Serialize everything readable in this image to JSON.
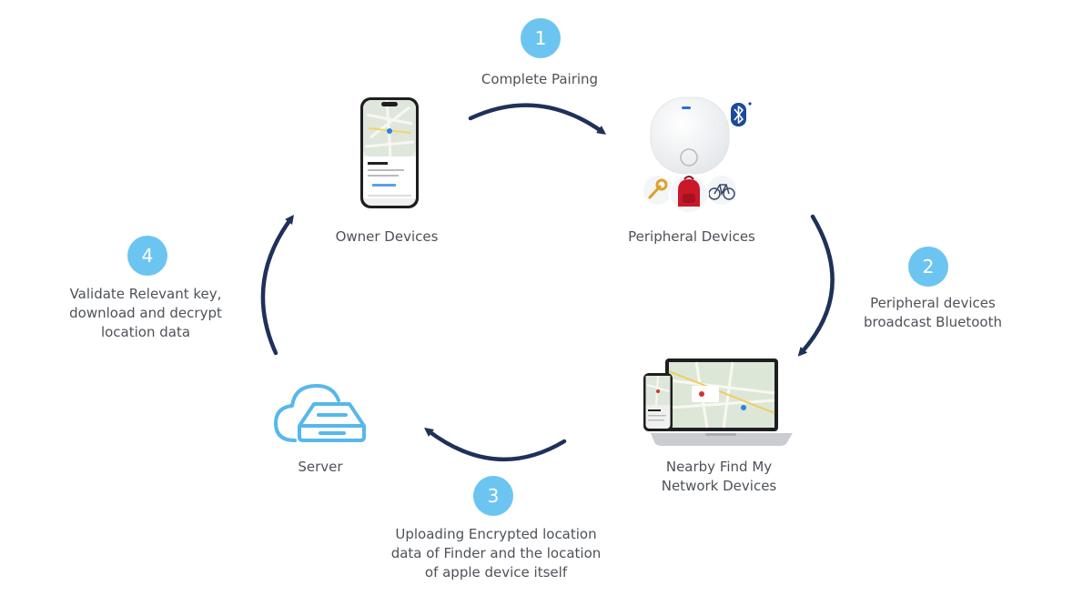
{
  "nodes": {
    "owner": "Owner Devices",
    "peripheral": "Peripheral Devices",
    "nearby": [
      "Nearby Find My",
      "Network Devices"
    ],
    "server": "Server"
  },
  "steps": [
    {
      "number": "1",
      "lines": [
        "Complete Pairing"
      ]
    },
    {
      "number": "2",
      "lines": [
        "Peripheral devices",
        "broadcast Bluetooth"
      ]
    },
    {
      "number": "3",
      "lines": [
        "Uploading Encrypted location",
        "data of Finder and the location",
        "of apple device itself"
      ]
    },
    {
      "number": "4",
      "lines": [
        "Validate Relevant key,",
        "download and decrypt",
        "location data"
      ]
    }
  ],
  "colors": {
    "badge": "#6cc5f0",
    "arrow": "#1f3159",
    "cloud": "#57b8ea",
    "bluetooth": "#1b4a9b",
    "backpack": "#c8182a"
  },
  "icons": {
    "owner": "smartphone-map-icon",
    "peripheral": "tracker-tag-icon",
    "nearby": "laptop-phone-map-icon",
    "server": "cloud-server-icon",
    "bluetooth": "bluetooth-icon",
    "key": "key-icon",
    "backpack": "backpack-icon",
    "bicycle": "bicycle-icon"
  }
}
